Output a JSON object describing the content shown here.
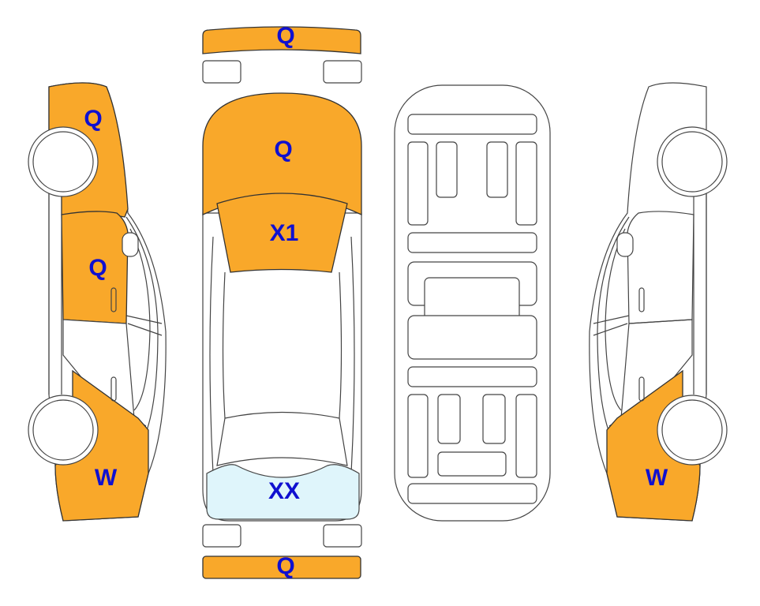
{
  "colors": {
    "damage": "#F9A82A",
    "glass_marked": "#DFF5FB",
    "label": "#1010D0"
  },
  "labels": {
    "front_bumper": "Q",
    "hood": "Q",
    "windshield": "X1",
    "rear_window": "XX",
    "rear_bumper": "Q",
    "left_front_fender": "Q",
    "left_front_door": "Q",
    "left_rear_quarter": "W",
    "right_rear_quarter": "W"
  }
}
